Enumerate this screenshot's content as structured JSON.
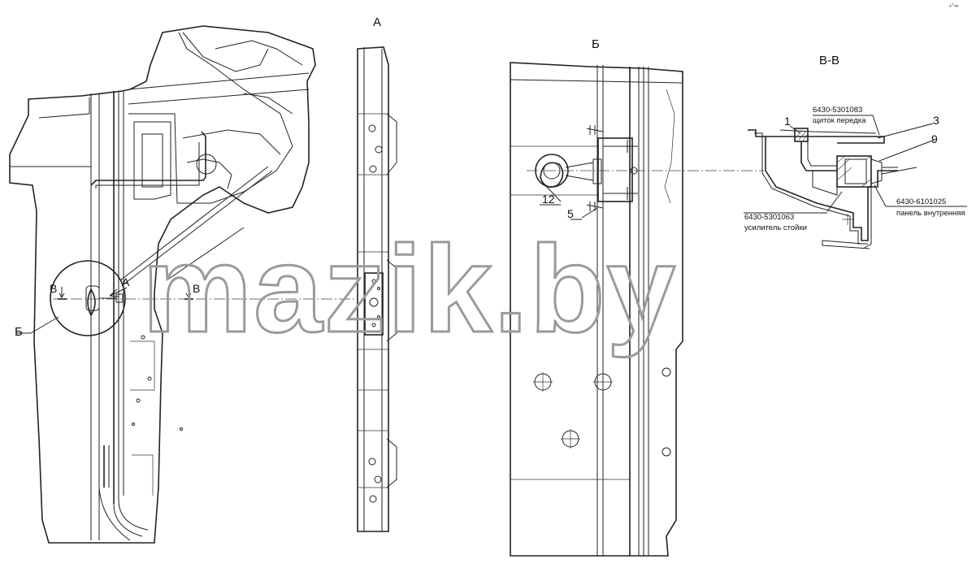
{
  "views": {
    "main_section_label": "Б",
    "section_marker_left": "В",
    "section_marker_right": "В",
    "view_a_marker": "А",
    "view_a_title": "А",
    "view_b_title": "Б",
    "section_title": "В-В"
  },
  "callouts": {
    "c1": "1",
    "c3": "3",
    "c9": "9",
    "c5": "5",
    "c12": "12"
  },
  "parts": [
    {
      "code": "6430-5301083",
      "name": "щиток передка"
    },
    {
      "code": "6430-5301063",
      "name": "усилитель стойки"
    },
    {
      "code": "6430-6101025",
      "name": "панель внутренняя"
    }
  ],
  "watermark": "mazik.by",
  "corner_mark": "•°••"
}
